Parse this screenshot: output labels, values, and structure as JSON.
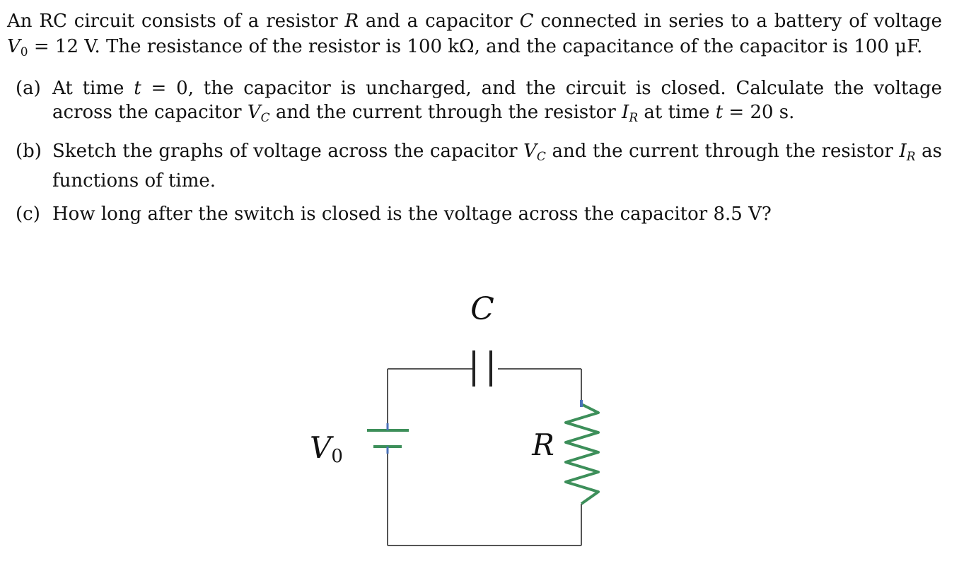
{
  "intro": {
    "s1": "An RC circuit consists of a resistor",
    "R": "R",
    "s2": "and a capacitor",
    "C": "C",
    "s3": "connected in series to a battery of voltage",
    "V": "V",
    "Vsub": "0",
    "s4": "= 12 V. The resistance of the resistor is 100 kΩ, and the capacitance of the capacitor is 100 μF."
  },
  "parts": {
    "a": {
      "label": "(a)",
      "t1": "At time",
      "t": "t",
      "t2": "= 0, the capacitor is uncharged, and the circuit is closed. Calculate the voltage across the capacitor",
      "V": "V",
      "Vsub": "C",
      "t3": "and the current through the resistor",
      "I": "I",
      "Isub": "R",
      "t4": "at time",
      "t5": "= 20 s."
    },
    "b": {
      "label": "(b)",
      "t1": "Sketch the graphs of voltage across the capacitor",
      "V": "V",
      "Vsub": "C",
      "t2": "and the current through the resistor",
      "I": "I",
      "Isub": "R",
      "t3": "as functions of time."
    },
    "c": {
      "label": "(c)",
      "text": "How long after the switch is closed is the voltage across the capacitor 8.5 V?"
    }
  },
  "circuit": {
    "label_C": "C",
    "label_R": "R",
    "label_V": "V",
    "label_V_sub": "0",
    "wire_color": "#555555",
    "cap_color": "#222222",
    "battery_green": "#3d8f5a",
    "battery_blue": "#4a72b8",
    "resistor_color": "#3d8f5a"
  }
}
